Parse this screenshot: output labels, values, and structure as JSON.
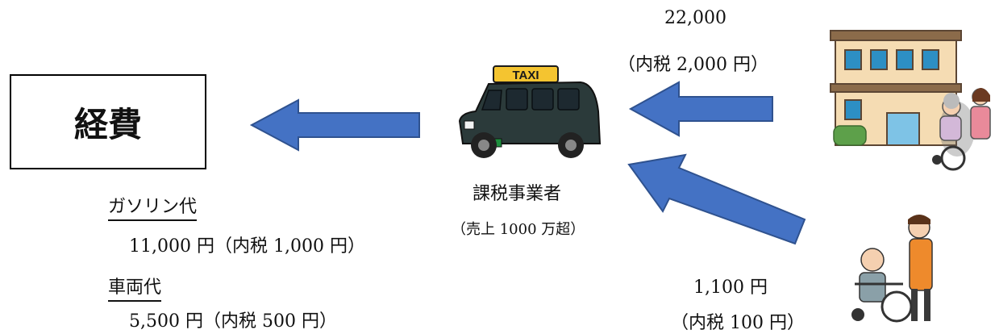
{
  "expense_box": {
    "label": "経費"
  },
  "left_items": {
    "gasoline": {
      "label": "ガソリン代",
      "amount": "11,000 円（内税 1,000 円）"
    },
    "vehicle": {
      "label": "車両代",
      "amount": "5,500 円（内税 500 円）"
    }
  },
  "taxi": {
    "sign": "TAXI",
    "label": "課税事業者",
    "sublabel": "（売上 1000 万超）"
  },
  "top_payment": {
    "amount": "22,000",
    "tax": "（内税 2,000 円）"
  },
  "bottom_payment": {
    "amount": "1,100 円",
    "tax": "（内税 100 円）"
  },
  "colors": {
    "arrow": "#4472c4",
    "arrow_stroke": "#2f528f"
  }
}
